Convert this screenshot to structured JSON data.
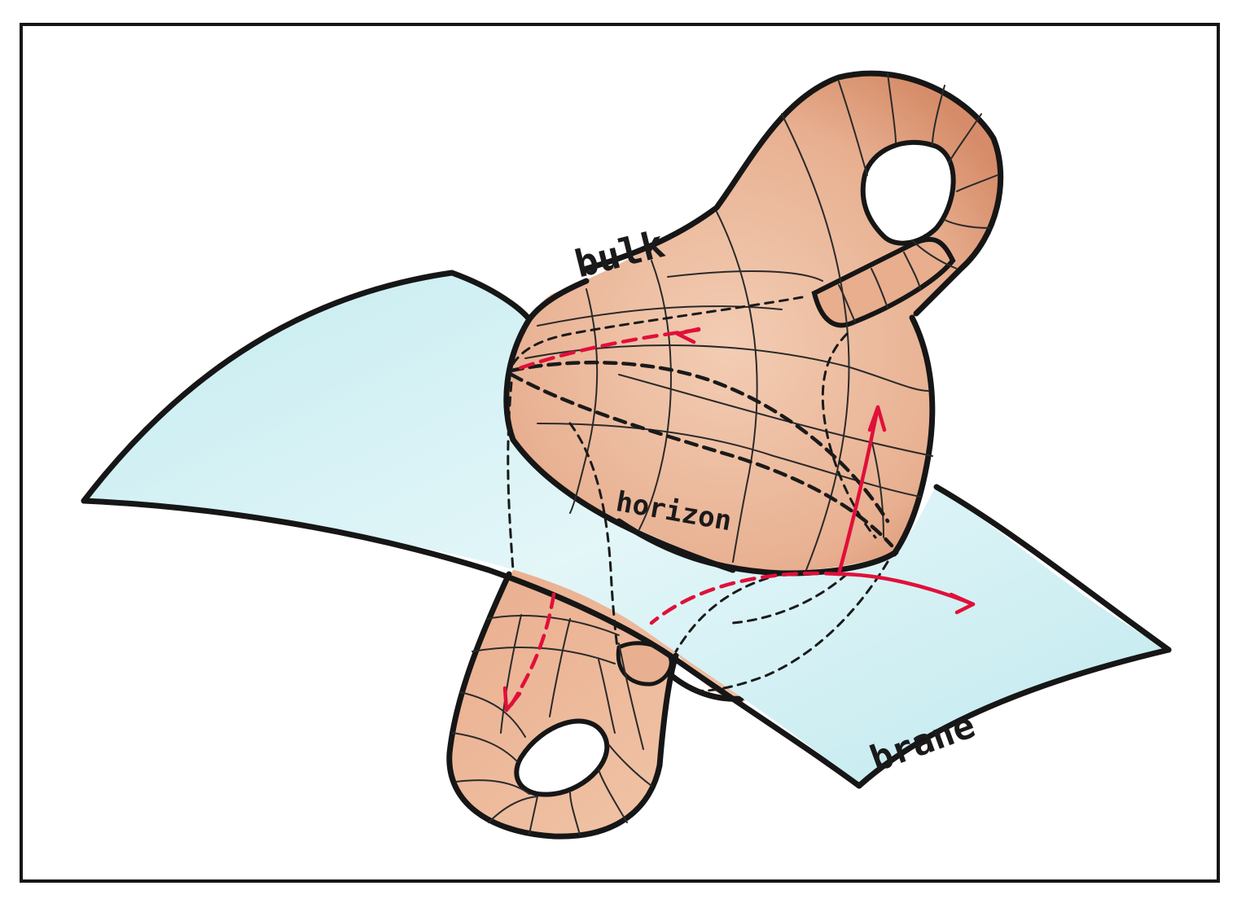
{
  "labels": {
    "bulk": "bulk",
    "horizon": "horizon",
    "brane": "brane"
  },
  "colors": {
    "brane_fill": "#cdeef1",
    "wormhole_fill": "#eab596",
    "wormhole_shade": "#d98f6c",
    "outline": "#161616",
    "arrow": "#e0103a"
  }
}
